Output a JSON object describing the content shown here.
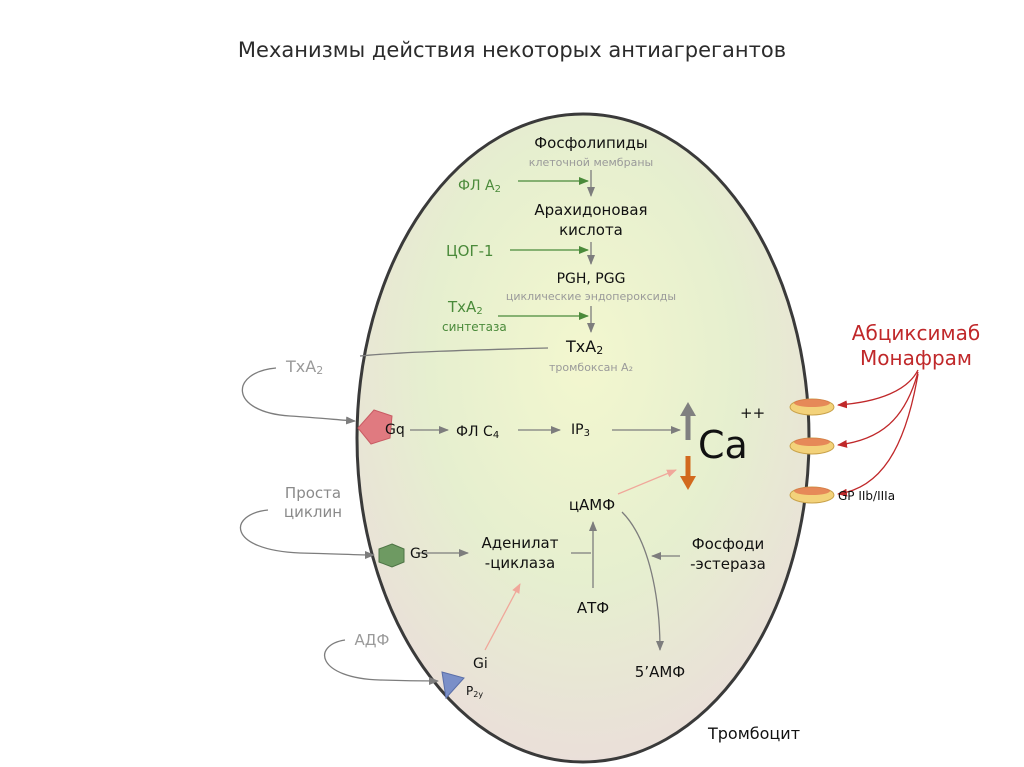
{
  "title": "Механизмы  действия некоторых антиагрегантов",
  "cell_label": "Тромбоцит",
  "pathway": {
    "phospholipids": "Фосфолипиды",
    "membrane": "клеточной мембраны",
    "pla2": "ФЛ А",
    "pla2_sub": "2",
    "arachidonic_1": "Арахидоновая",
    "arachidonic_2": "кислота",
    "cox1": "ЦОГ-1",
    "pgh": "PGH, PGG",
    "endoperoxides": "циклические эндопероксиды",
    "txa2_synthase": "TxA",
    "txa2_synthase_sub": "2",
    "synthase_word": "синтетаза",
    "txa2": "TxA",
    "txa2_sub": "2",
    "thromboxane": "тромбоксан А₂"
  },
  "signals": {
    "txa2_ext": "TxA",
    "txa2_ext_sub": "2",
    "prostacyclin_1": "Проста",
    "prostacyclin_2": "циклин",
    "adp": "АДФ"
  },
  "receptors": {
    "gq": "Gq",
    "gs": "Gs",
    "gi": "Gi",
    "p2y": "P",
    "p2y_sub": "2y",
    "gp": "GP IIb/IIIa"
  },
  "intracellular": {
    "plc4": "ФЛ С",
    "plc4_sub": "4",
    "ip3": "IP",
    "ip3_sub": "3",
    "ca": "Ca",
    "ca_charge": "++",
    "camp": "цАМФ",
    "adenylate_1": "Аденилат",
    "adenylate_2": "-циклаза",
    "atp": "АТФ",
    "pde_1": "Фосфоди",
    "pde_2": "-эстераза",
    "amp": "5’АМФ"
  },
  "drugs": {
    "name_1": "Абциксимаб",
    "name_2": "Монафрам"
  },
  "colors": {
    "green_text": "#4a8a3a",
    "gray_text": "#9a9a9a",
    "drug_red": "#c0282a",
    "gq_fill": "#e07a80",
    "gs_fill": "#6e9a62",
    "p2y_fill": "#7a8fc8",
    "receptor_fill": "#f3d27a"
  }
}
